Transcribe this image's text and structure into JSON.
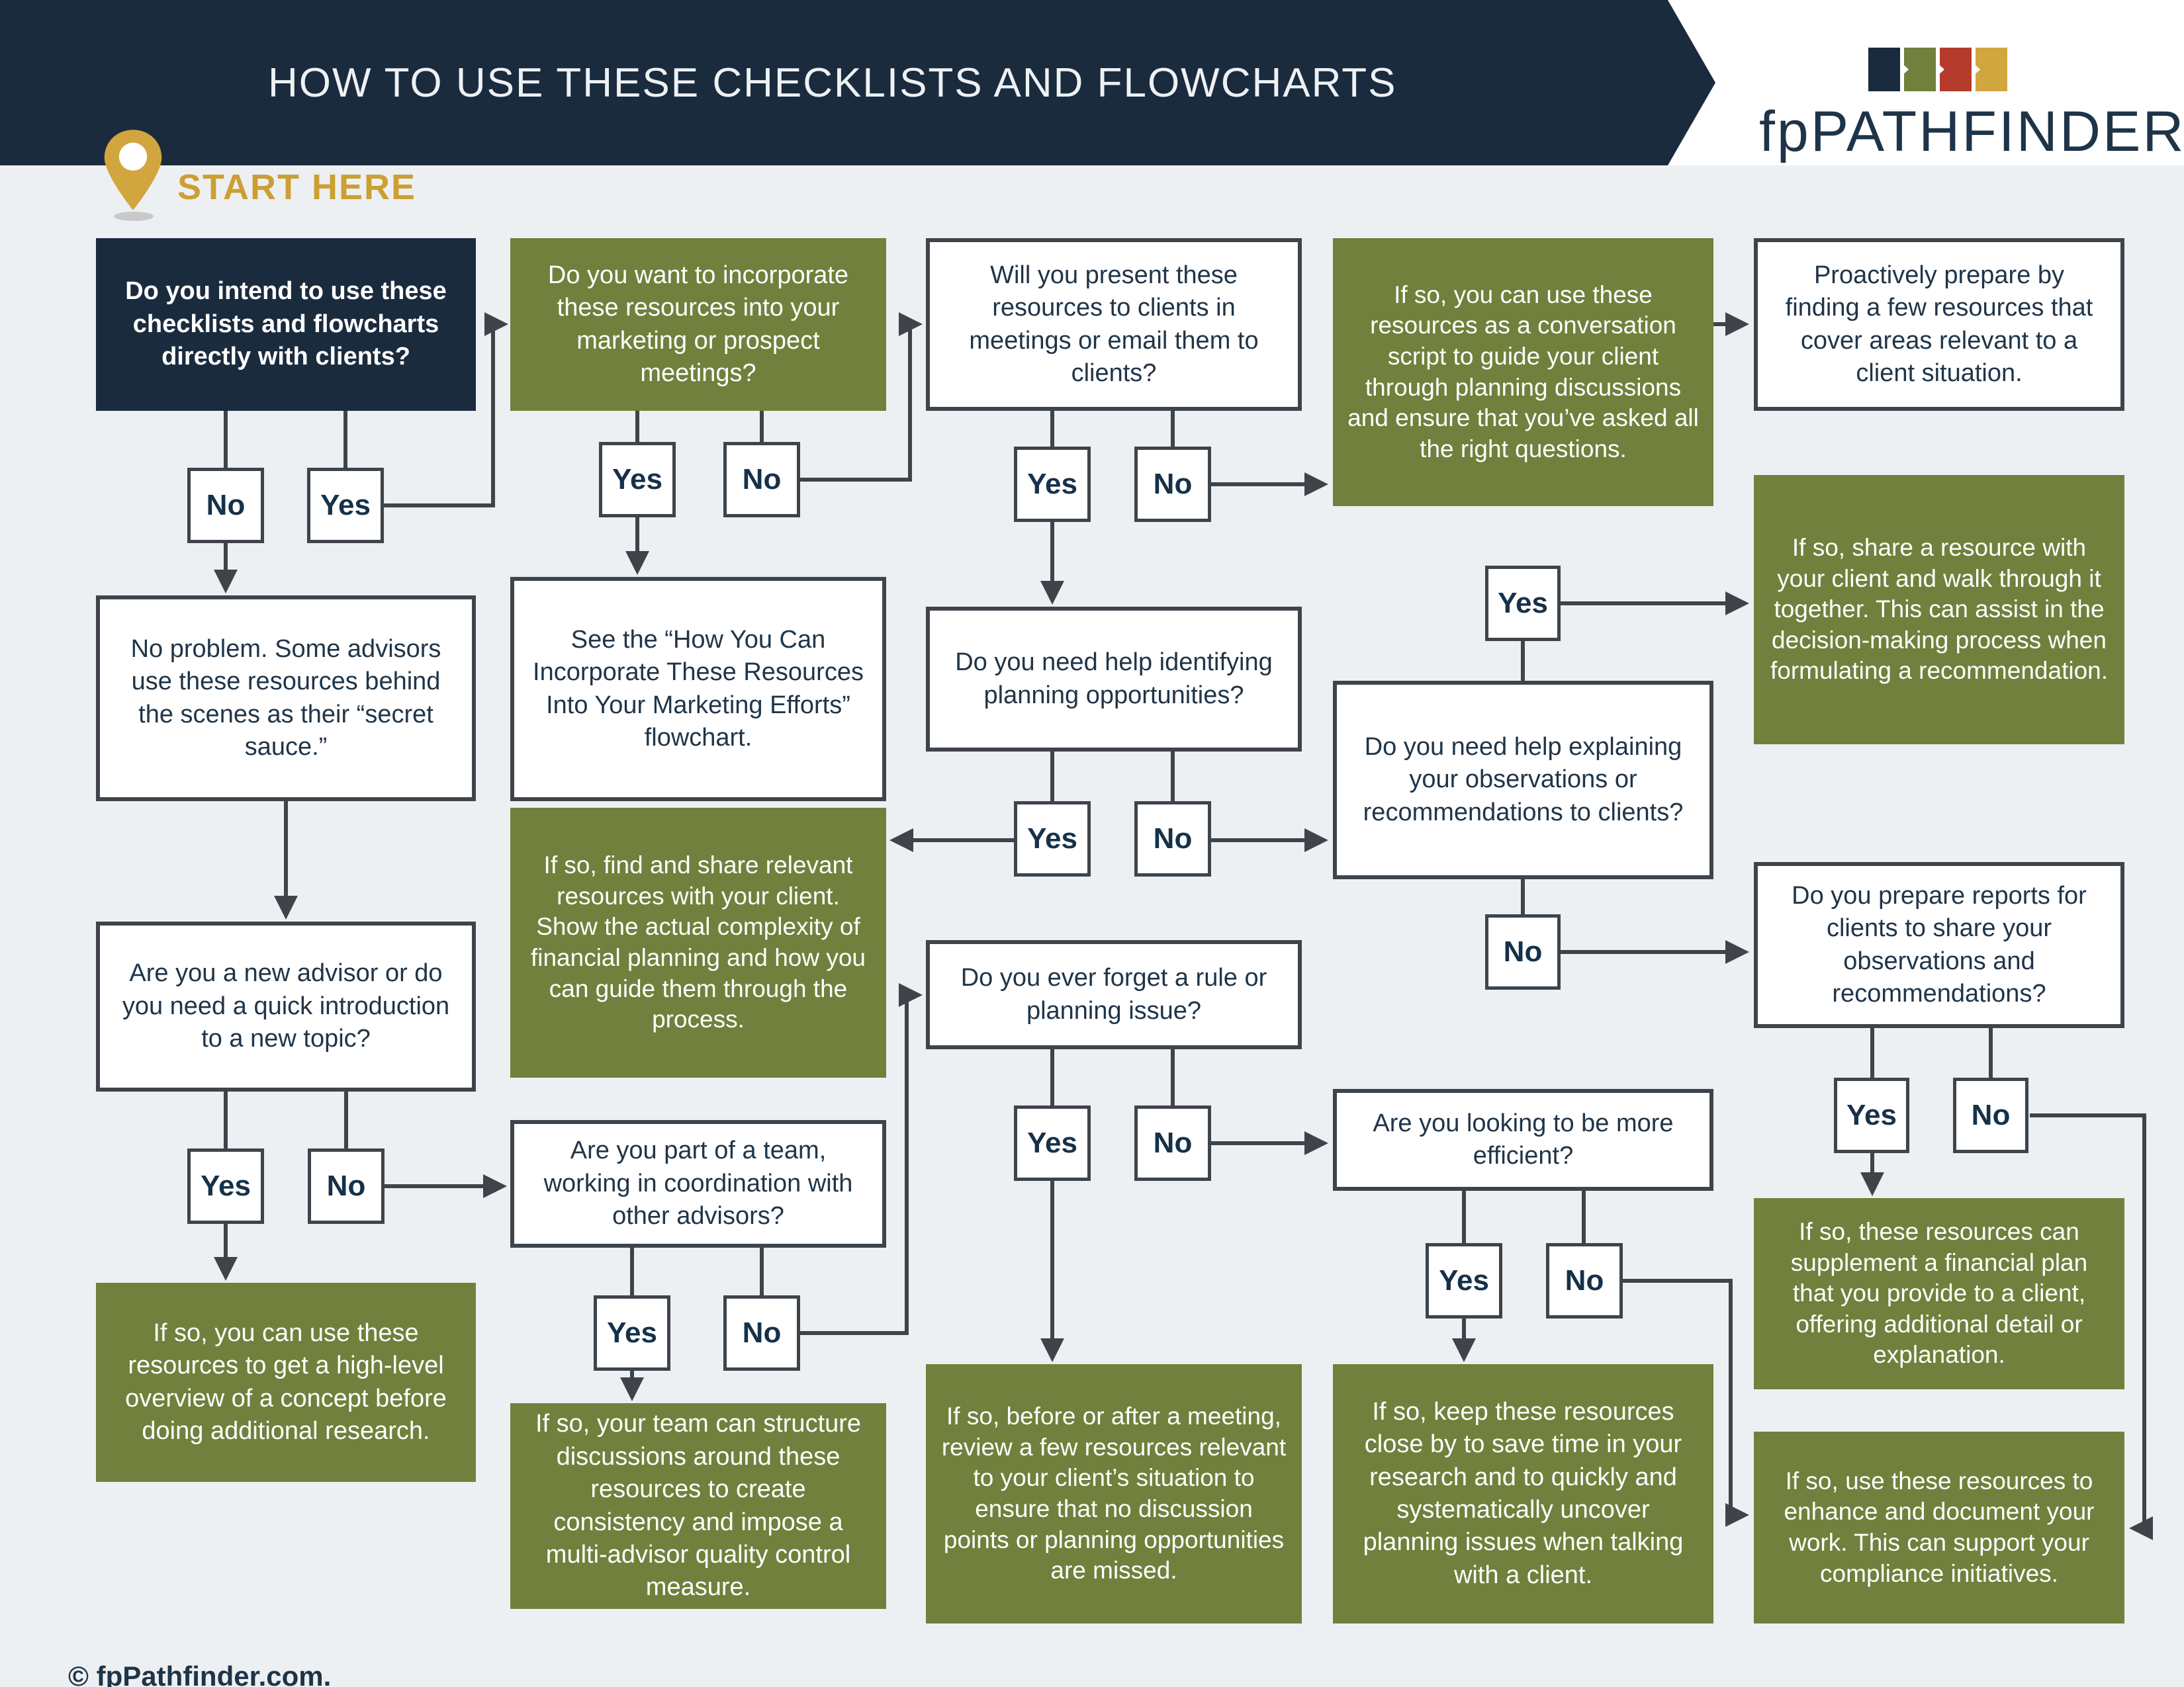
{
  "header": {
    "title": "HOW TO USE THESE CHECKLISTS AND FLOWCHARTS",
    "brand": "fpPATHFINDER",
    "logo_colors": [
      "#1b2b3e",
      "#71803c",
      "#b53b2c",
      "#d2a63e"
    ]
  },
  "start": {
    "label": "START HERE"
  },
  "labels": {
    "yes": "Yes",
    "no": "No"
  },
  "colors": {
    "navy": "#1b2b3e",
    "olive": "#71803c",
    "gold": "#d2a63e",
    "red": "#b53b2c",
    "background": "#edf0f2",
    "line": "#3e444a",
    "text_navy": "#203548",
    "start_gold": "#cc9f33"
  },
  "nodes": {
    "q_direct": {
      "text": "Do you intend to use these checklists and flowcharts directly with clients?"
    },
    "no_problem": {
      "text": "No problem. Some advisors use these resources behind the scenes as their “secret sauce.”"
    },
    "q_new_advisor": {
      "text": "Are you a new advisor or do you need a quick introduction to a new topic?"
    },
    "a_overview": {
      "text": "If so, you can use these resources to get a high-level overview of a concept before doing additional research."
    },
    "q_marketing": {
      "text": "Do you want to incorporate these resources into your marketing or prospect meetings?"
    },
    "see_flowchart": {
      "text": "See the “How You Can Incorporate These Resources Into Your Marketing Efforts” flowchart."
    },
    "a_find_share": {
      "text": "If so, find and share relevant resources with your client. Show the actual complexity of financial planning and how you can guide them through the process."
    },
    "q_team": {
      "text": "Are you part of a team, working in coordination with other advisors?"
    },
    "a_team": {
      "text": "If so, your team can structure discussions around these resources to create consistency and impose a multi-advisor quality control measure."
    },
    "q_present": {
      "text": "Will you present these resources to clients in meetings or email them to clients?"
    },
    "q_identify": {
      "text": "Do you need help identifying planning opportunities?"
    },
    "q_forget": {
      "text": "Do you ever forget a rule or planning issue?"
    },
    "a_review": {
      "text": "If so, before or after a meeting, review a few resources relevant to your client’s situation to ensure that no discussion points or planning opportunities are missed."
    },
    "a_script": {
      "text": "If so, you can use these resources as a conversation script to guide your client through planning discussions and ensure that you’ve asked all the right questions."
    },
    "q_explain": {
      "text": "Do you need help explaining your observations or recommendations to clients?"
    },
    "q_efficient": {
      "text": "Are you looking to be more efficient?"
    },
    "a_keep_close": {
      "text": "If so, keep these resources close by to save time in your research and to quickly and systematically uncover planning issues when talking with a client."
    },
    "proactive": {
      "text": "Proactively prepare by finding a few resources that cover areas relevant to a client situation."
    },
    "a_share_walk": {
      "text": "If so, share a resource with your client and walk through it together. This can assist in the decision-making process when formulating a recommendation."
    },
    "q_reports": {
      "text": "Do you prepare reports for clients to share your observations and recommendations?"
    },
    "a_supplement": {
      "text": "If so, these resources can supplement a financial plan that you provide to a client, offering additional detail or explanation."
    },
    "a_document": {
      "text": "If so, use these resources to enhance and document your work. This can support your compliance initiatives."
    }
  },
  "footer": {
    "copyright": "© fpPathfinder.com."
  }
}
